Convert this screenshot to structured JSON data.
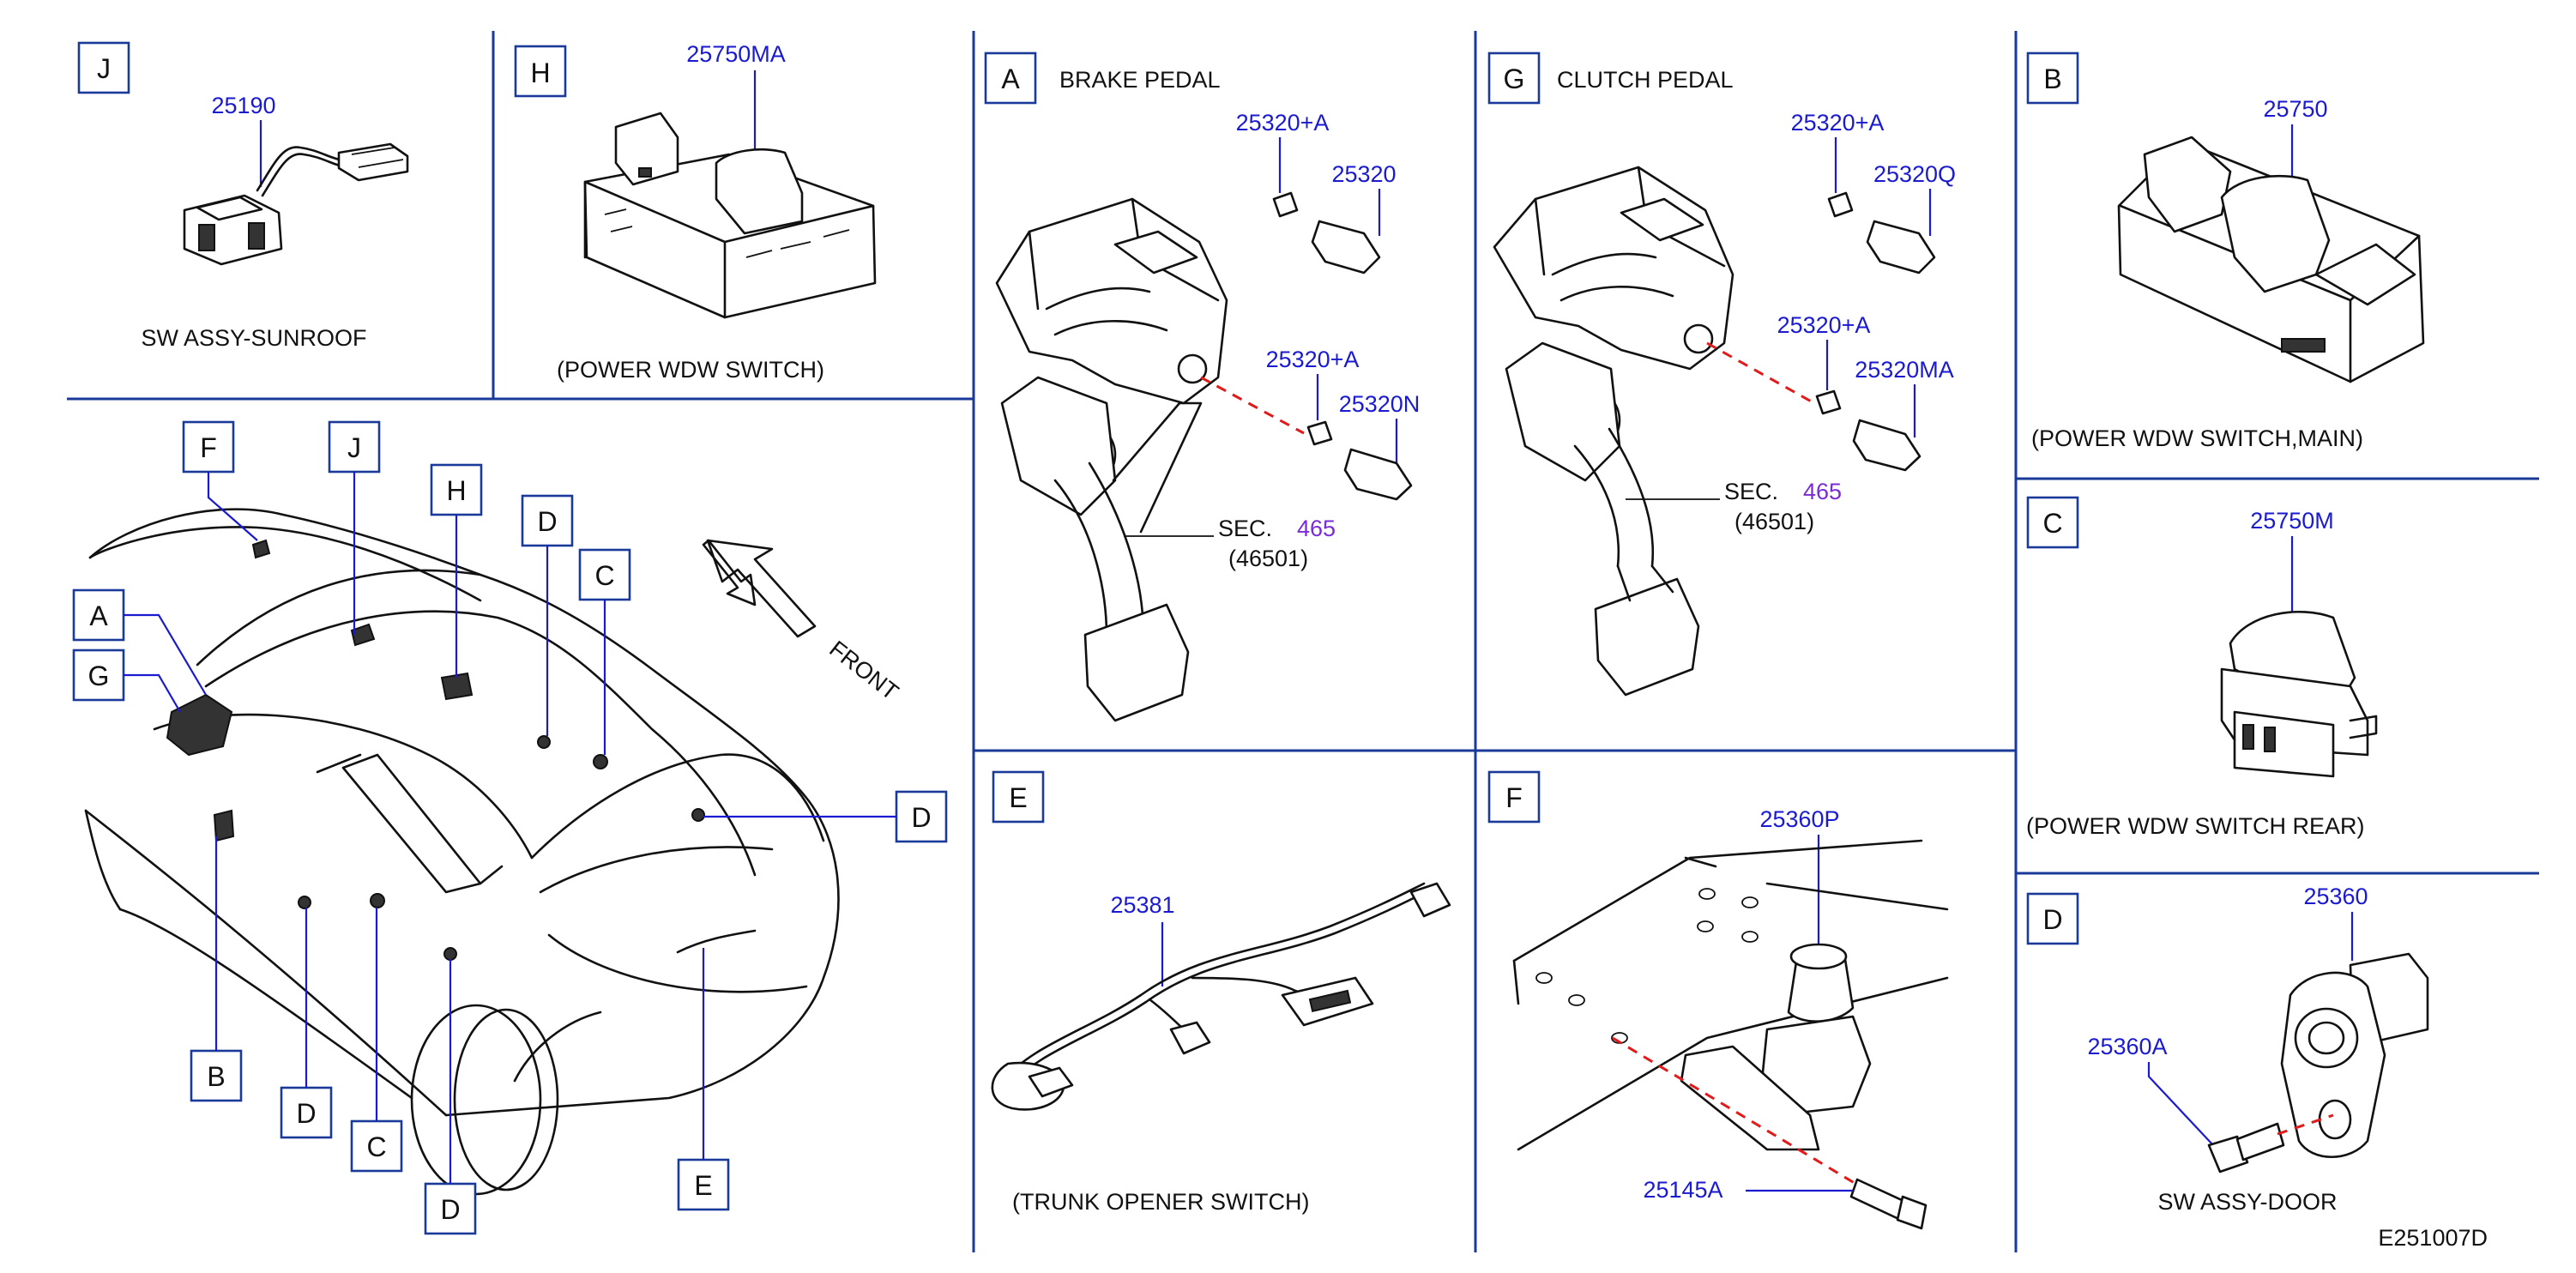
{
  "sections": {
    "J": {
      "letter": "J",
      "part": "25190",
      "caption": "SW   ASSY-SUNROOF"
    },
    "H": {
      "letter": "H",
      "part": "25750MA",
      "caption": "(POWER   WDW   SWITCH)"
    },
    "A": {
      "letter": "A",
      "title": "BRAKE   PEDAL",
      "parts": [
        "25320+A",
        "25320",
        "25320+A",
        "25320N"
      ],
      "sec_label": "SEC.",
      "sec_num": "465",
      "sec_sub": "(46501)"
    },
    "G": {
      "letter": "G",
      "title": "CLUTCH   PEDAL",
      "parts": [
        "25320+A",
        "25320Q",
        "25320+A",
        "25320MA"
      ],
      "sec_label": "SEC.",
      "sec_num": "465",
      "sec_sub": "(46501)"
    },
    "B": {
      "letter": "B",
      "part": "25750",
      "caption": "(POWER   WDW   SWITCH,MAIN)"
    },
    "C": {
      "letter": "C",
      "part": "25750M",
      "caption": "(POWER   WDW   SWITCH   REAR)"
    },
    "E": {
      "letter": "E",
      "part": "25381",
      "caption": "(TRUNK   OPENER   SWITCH)"
    },
    "F": {
      "letter": "F",
      "parts": [
        "25360P",
        "25145A"
      ]
    },
    "D": {
      "letter": "D",
      "parts": [
        "25360",
        "25360A"
      ],
      "caption": "SW   ASSY-DOOR"
    }
  },
  "overview": {
    "front_label": "FRONT",
    "markers": [
      "F",
      "J",
      "H",
      "D",
      "C",
      "A",
      "G",
      "D",
      "B",
      "D",
      "C",
      "D",
      "E"
    ]
  },
  "drawing_code": "E251007D",
  "colors": {
    "callout": "#1a1ad0",
    "divider": "#1a3a9a",
    "dashed_line": "#e21a1a",
    "section_ref": "#7a2bd8"
  }
}
